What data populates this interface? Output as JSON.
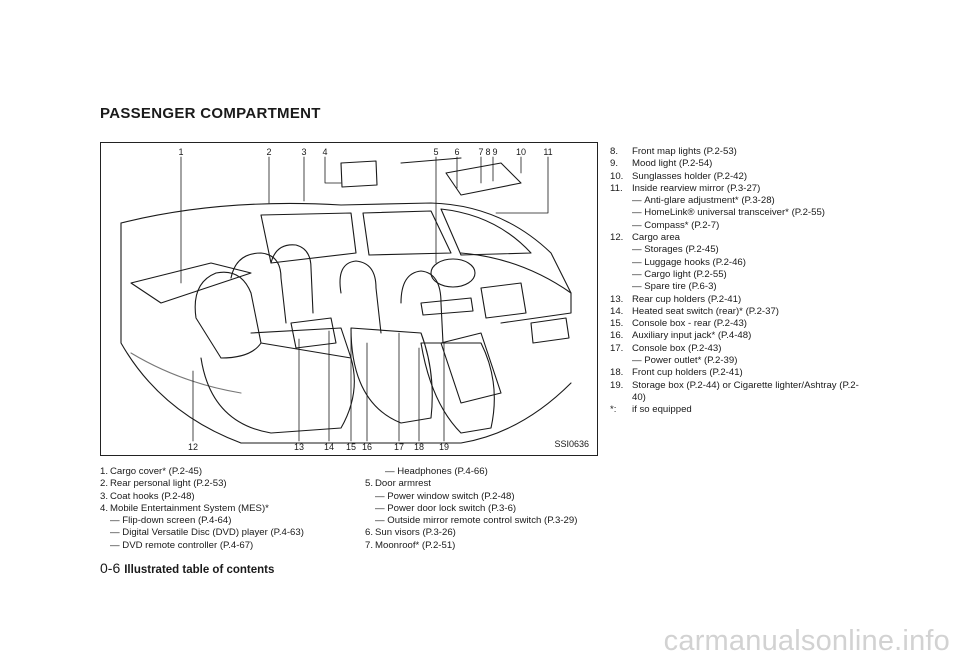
{
  "section_title": "PASSENGER COMPARTMENT",
  "figure": {
    "code": "SSI0636",
    "callouts": [
      "1",
      "2",
      "3",
      "4",
      "5",
      "6",
      "7",
      "8",
      "9",
      "10",
      "11",
      "12",
      "13",
      "14",
      "15",
      "16",
      "17",
      "18",
      "19"
    ]
  },
  "left_column": [
    {
      "num": "1.",
      "text": "Cargo cover* (P.2-45)",
      "subs": []
    },
    {
      "num": "2.",
      "text": "Rear personal light (P.2-53)",
      "subs": []
    },
    {
      "num": "3.",
      "text": "Coat hooks (P.2-48)",
      "subs": []
    },
    {
      "num": "4.",
      "text": "Mobile Entertainment System (MES)*",
      "subs": [
        "Flip-down screen (P.4-64)",
        "Digital Versatile Disc (DVD) player (P.4-63)",
        "DVD remote controller (P.4-67)"
      ]
    }
  ],
  "middle_column": {
    "continued_sub": "Headphones (P.4-66)",
    "items": [
      {
        "num": "5.",
        "text": "Door armrest",
        "subs": [
          "Power window switch (P.2-48)",
          "Power door lock switch (P.3-6)",
          "Outside mirror remote control switch (P.3-29)"
        ]
      },
      {
        "num": "6.",
        "text": "Sun visors (P.3-26)",
        "subs": []
      },
      {
        "num": "7.",
        "text": "Moonroof* (P.2-51)",
        "subs": []
      }
    ]
  },
  "right_column": [
    {
      "num": "8.",
      "text": "Front map lights (P.2-53)",
      "subs": []
    },
    {
      "num": "9.",
      "text": "Mood light (P.2-54)",
      "subs": []
    },
    {
      "num": "10.",
      "text": "Sunglasses holder (P.2-42)",
      "subs": []
    },
    {
      "num": "11.",
      "text": "Inside rearview mirror (P.3-27)",
      "subs": [
        "Anti-glare adjustment* (P.3-28)",
        "HomeLink® universal transceiver* (P.2-55)",
        "Compass* (P.2-7)"
      ]
    },
    {
      "num": "12.",
      "text": "Cargo area",
      "subs": [
        "Storages (P.2-45)",
        "Luggage hooks (P.2-46)",
        "Cargo light (P.2-55)",
        "Spare tire (P.6-3)"
      ]
    },
    {
      "num": "13.",
      "text": "Rear cup holders (P.2-41)",
      "subs": []
    },
    {
      "num": "14.",
      "text": "Heated seat switch (rear)* (P.2-37)",
      "subs": []
    },
    {
      "num": "15.",
      "text": "Console box - rear (P.2-43)",
      "subs": []
    },
    {
      "num": "16.",
      "text": "Auxiliary input jack* (P.4-48)",
      "subs": []
    },
    {
      "num": "17.",
      "text": "Console box (P.2-43)",
      "subs": [
        "Power outlet* (P.2-39)"
      ]
    },
    {
      "num": "18.",
      "text": "Front cup holders (P.2-41)",
      "subs": []
    },
    {
      "num": "19.",
      "text": "Storage box (P.2-44) or Cigarette lighter/Ashtray (P.2-40)",
      "subs": []
    },
    {
      "num": "*:",
      "text": "if so equipped",
      "subs": []
    }
  ],
  "footer": {
    "page": "0-6",
    "label": "Illustrated table of contents"
  },
  "watermark": "carmanualsonline.info"
}
